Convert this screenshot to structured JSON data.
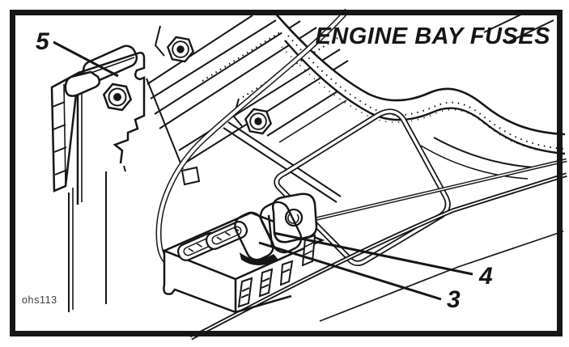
{
  "figure": {
    "title": "ENGINE BAY FUSES",
    "watermark": "ohs113",
    "callouts": {
      "top_fuse": "5",
      "box_fuse_right": "4",
      "box_fuse_left": "3"
    },
    "colors": {
      "ink": "#161616",
      "paper": "#ffffff"
    }
  }
}
